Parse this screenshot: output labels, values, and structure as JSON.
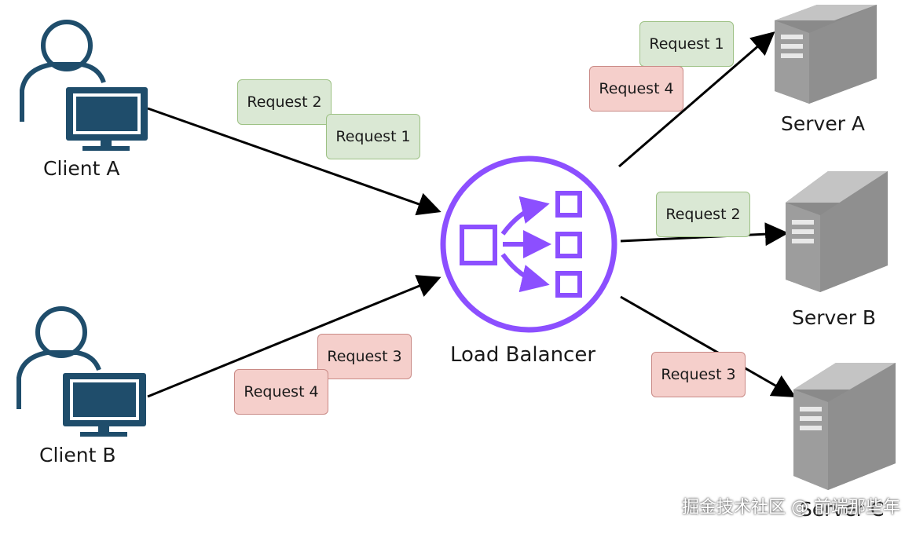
{
  "clients": [
    {
      "label": "Client A"
    },
    {
      "label": "Client B"
    }
  ],
  "load_balancer": {
    "label": "Load Balancer",
    "color": "#8c4fff"
  },
  "servers": [
    {
      "label": "Server A"
    },
    {
      "label": "Server B"
    },
    {
      "label": "Server C"
    }
  ],
  "client_a_requests": [
    "Request 2",
    "Request 1"
  ],
  "client_b_requests": [
    "Request 3",
    "Request 4"
  ],
  "server_a_requests": [
    "Request 1",
    "Request 4"
  ],
  "server_b_requests": [
    "Request 2"
  ],
  "server_c_requests": [
    "Request 3"
  ],
  "colors": {
    "client_icon": "#1f4d6b",
    "green_chip": "#dae8d4",
    "red_chip": "#f5cfcb",
    "server": "#9e9e9e"
  },
  "watermark": "掘金技术社区 @ 前端那些年"
}
